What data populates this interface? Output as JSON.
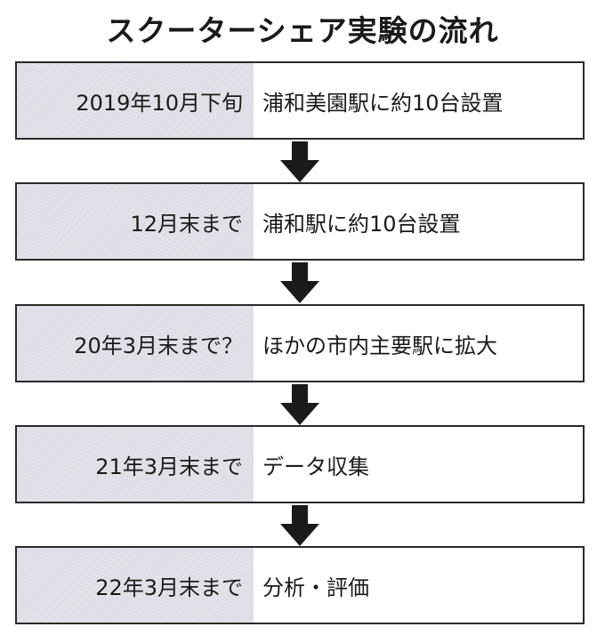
{
  "title": "スクーターシェア実験の流れ",
  "steps": [
    {
      "when": "2019年10月下旬",
      "what": "浦和美園駅に約10台設置"
    },
    {
      "when": "12月末まで",
      "what": "浦和駅に約10台設置"
    },
    {
      "when": "20年3月末まで？",
      "what": "ほかの市内主要駅に拡大"
    },
    {
      "when": "21年3月末まで",
      "what": "データ収集"
    },
    {
      "when": "22年3月末まで",
      "what": "分析・評価"
    }
  ],
  "colors": {
    "timeline_cell_bg": "#e4e3ea",
    "border": "#2a2a2a",
    "arrow": "#1a1a1a"
  },
  "icons": {
    "connector": "arrow-down-icon"
  }
}
